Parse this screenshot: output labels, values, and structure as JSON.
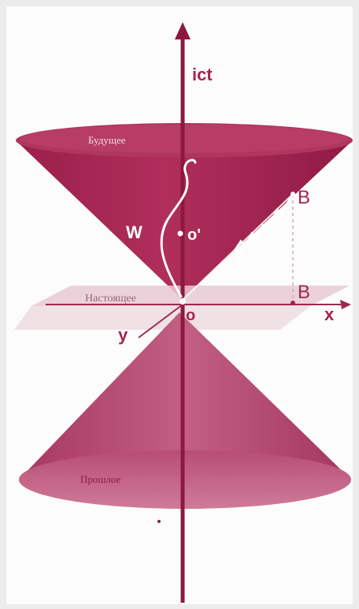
{
  "diagram": {
    "axis_time_label": "ict",
    "axis_x_label": "x",
    "axis_y_label": "y",
    "origin_label": "o",
    "event_origin_label": "o'",
    "worldline_label": "W",
    "point_a_label": "A",
    "point_b_top_label": "B",
    "point_b_bottom_label": "B",
    "future_label": "Будущее",
    "present_label": "Настоящее",
    "past_label": "Прошлое"
  },
  "colors": {
    "cone": "#a82452",
    "cone_dark": "#8e1c44",
    "accent": "#a5244f",
    "plane": "#ead9df"
  }
}
